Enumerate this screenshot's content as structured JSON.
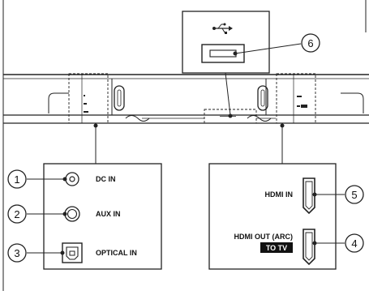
{
  "callouts": {
    "c1": "1",
    "c2": "2",
    "c3": "3",
    "c4": "4",
    "c5": "5",
    "c6": "6"
  },
  "ports": {
    "dc_in": "DC IN",
    "aux_in": "AUX IN",
    "optical_in": "OPTICAL IN",
    "hdmi_in": "HDMI IN",
    "hdmi_out_arc": "HDMI OUT (ARC)",
    "to_tv": "TO TV"
  },
  "icons": {
    "usb": "usb-icon"
  },
  "colors": {
    "line": "#111111",
    "background": "#ffffff"
  }
}
